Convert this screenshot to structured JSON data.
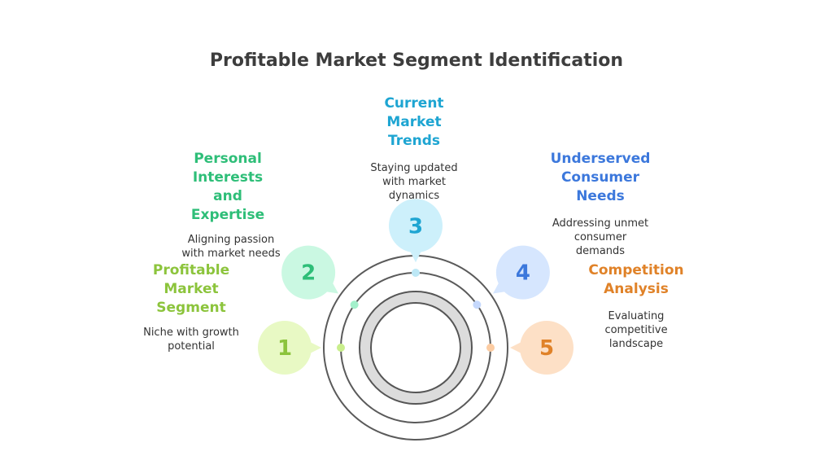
{
  "title": "Profitable Market Segment Identification",
  "segments": [
    {
      "number": "1",
      "title": "Profitable\nMarket\nSegment",
      "description": "Niche with growth\npotential",
      "color": "#8cc43c",
      "fill": "#e8f9c4",
      "dot": "#c9ee8c"
    },
    {
      "number": "2",
      "title": "Personal\nInterests\nand\nExpertise",
      "description": "Aligning passion\nwith market needs",
      "color": "#2ebe78",
      "fill": "#caf8e2",
      "dot": "#a3f0cb"
    },
    {
      "number": "3",
      "title": "Current\nMarket\nTrends",
      "description": "Staying updated\nwith market\ndynamics",
      "color": "#1ea5d2",
      "fill": "#cdf0fb",
      "dot": "#bde8f6"
    },
    {
      "number": "4",
      "title": "Underserved\nConsumer\nNeeds",
      "description": "Addressing unmet\nconsumer\ndemands",
      "color": "#3c78dc",
      "fill": "#d6e6fe",
      "dot": "#c5d8fc"
    },
    {
      "number": "5",
      "title": "Competition\nAnalysis",
      "description": "Evaluating\ncompetitive\nlandscape",
      "color": "#e08228",
      "fill": "#fde0c6",
      "dot": "#fccca2"
    }
  ]
}
